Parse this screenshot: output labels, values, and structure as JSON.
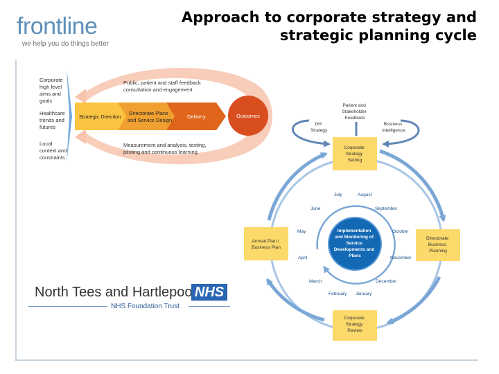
{
  "logo": {
    "word": "frontline",
    "tagline": "we help you do things better"
  },
  "slide_title": "Approach to corporate strategy and strategic planning cycle",
  "left_diagram": {
    "inputs": [
      {
        "lines": [
          "Corporate",
          "high level",
          "aims and",
          "goals"
        ]
      },
      {
        "lines": [
          "Healthcare",
          "trends and",
          "futures"
        ]
      },
      {
        "lines": [
          "Local",
          "context and",
          "constraints"
        ]
      }
    ],
    "feedback_top": [
      "Public, patient and staff feedback",
      "consultation and engagement"
    ],
    "feedback_bottom": [
      "Measurement and analysis, testing,",
      "piloting and continuous learning"
    ],
    "stages": [
      {
        "lines": [
          "Strategic Direction"
        ]
      },
      {
        "lines": [
          "Directorate Plans",
          "and Service Design"
        ]
      },
      {
        "lines": [
          "Delivery"
        ]
      }
    ],
    "outcome": "Outcomes",
    "colors": {
      "stage1": "#fbc541",
      "stage2": "#f0a030",
      "stage3": "#e0651a",
      "outcome": "#d94e1f",
      "loop": "#f7c4ad",
      "bracket": "#6fa8dc"
    }
  },
  "cycle": {
    "top_inputs": {
      "patient": [
        "Patient and",
        "Stakeholder",
        "Feedback"
      ],
      "dh": [
        "DH",
        "Strategy"
      ],
      "bi": [
        "Business",
        "Intelligence"
      ]
    },
    "boxes": {
      "top": [
        "Corporate",
        "Strategy",
        "Setting"
      ],
      "right": [
        "Directorate",
        "Business",
        "Planning"
      ],
      "bottom": [
        "Corporate",
        "Strategy",
        "Review"
      ],
      "left": [
        "Annual Plan /",
        "Business Plan"
      ]
    },
    "center": [
      "Implementation",
      "and Monitoring of",
      "Service",
      "Developments and",
      "Plans"
    ],
    "months": [
      "July",
      "August",
      "September",
      "October",
      "November",
      "December",
      "January",
      "February",
      "March",
      "April",
      "May",
      "June"
    ],
    "colors": {
      "box": "#fbd96a",
      "arrow": "#7aa7d6",
      "center": "#1469b5"
    }
  },
  "nhs": {
    "name": "North Tees and Hartlepool",
    "badge": "NHS",
    "trust": "NHS Foundation Trust"
  }
}
